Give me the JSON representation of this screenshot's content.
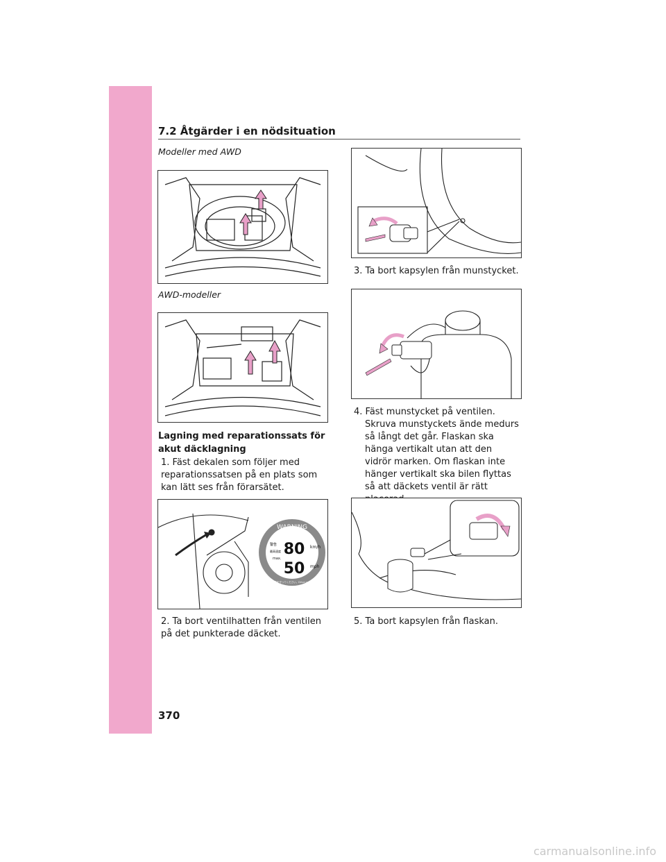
{
  "header": {
    "section": "7.2 Åtgärder i en nödsituation"
  },
  "captions": {
    "awd_not": "Modeller med AWD",
    "awd": "AWD-modeller"
  },
  "heading": "Lagning med reparationssats för akut däcklagning",
  "steps": [
    {
      "label": "1. Fäst dekalen som följer med reparationssatsen på en plats som kan lätt ses från förarsätet."
    },
    {
      "label": "2. Ta bort ventilhatten från ventilen på det punkterade däcket."
    },
    {
      "label": "3. Ta bort kapsylen från munstycket."
    },
    {
      "label": "4. Fäst munstycket på ventilen."
    },
    {
      "label": "5. Ta bort kapsylen från flaskan."
    }
  ],
  "step4_body": "Skruva munstyckets ände medurs så långt det går. Flaskan ska hänga vertikalt utan att den vidrör marken. Om flaskan inte hänger vertikalt ska bilen flyttas så att däckets ventil är rätt placerad.",
  "warning_sticker": {
    "top_text": "WARNING",
    "kmh_value": "80",
    "kmh_unit": "km/h",
    "mph_value": "50",
    "mph_unit": "mph",
    "max_label": "max.",
    "jp_mark": "警告",
    "jp_speed": "最高速度",
    "jp_bottom": "最高速度を守ってください。Drive carefully!"
  },
  "page_number": "370",
  "watermark": "carmanualsonline.info",
  "colors": {
    "sidebar": "#f1a8cc",
    "arrow_fill": "#e8a0c8"
  }
}
